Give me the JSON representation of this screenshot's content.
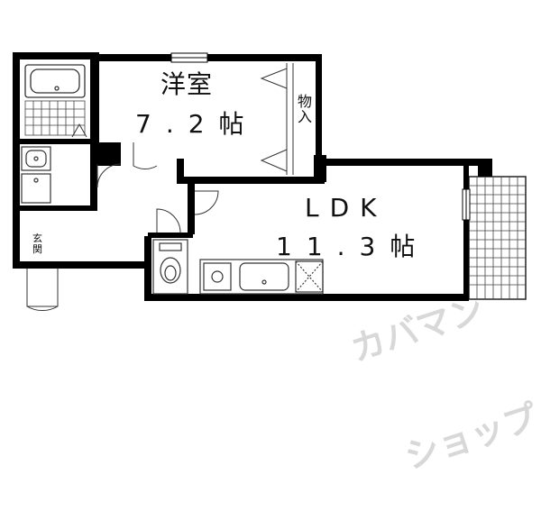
{
  "rooms": {
    "western_room": {
      "name": "洋室",
      "size": "7.2帖"
    },
    "ldk": {
      "name": "LDK",
      "size": "11.3帖"
    },
    "storage": {
      "line1": "物",
      "line2": "入"
    },
    "entrance": {
      "line1": "玄",
      "line2": "関"
    }
  },
  "watermark": {
    "line1": "カバマン",
    "line2": "ショップ"
  },
  "colors": {
    "wall": "#000000",
    "fixture": "#333333",
    "watermark": "#d8d8d8"
  }
}
